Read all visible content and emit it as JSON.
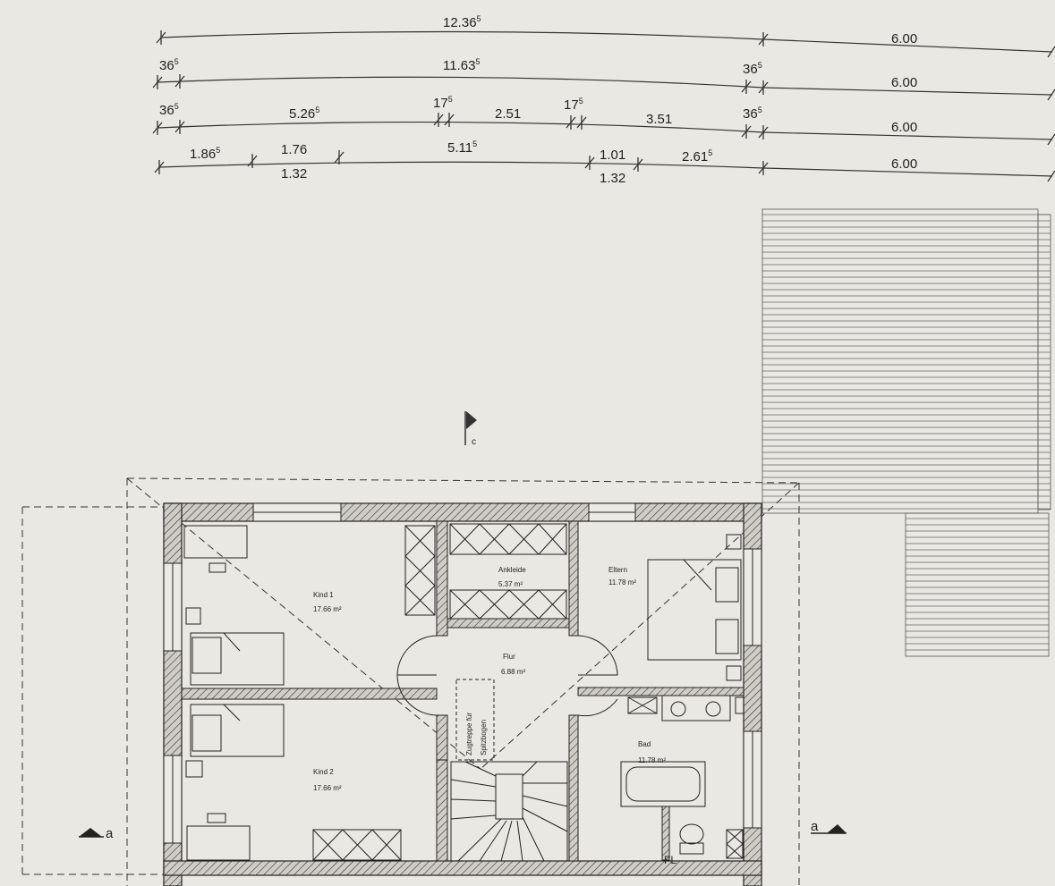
{
  "dimension_rows": [
    [
      {
        "value": "12.36",
        "sup": "5"
      },
      {
        "value": "6.00",
        "sup": ""
      }
    ],
    [
      {
        "value": "36",
        "sup": "5"
      },
      {
        "value": "11.63",
        "sup": "5"
      },
      {
        "value": "36",
        "sup": "5"
      },
      {
        "value": "6.00",
        "sup": ""
      }
    ],
    [
      {
        "value": "36",
        "sup": "5"
      },
      {
        "value": "5.26",
        "sup": "5"
      },
      {
        "value": "17",
        "sup": "5"
      },
      {
        "value": "2.51",
        "sup": ""
      },
      {
        "value": "17",
        "sup": "5"
      },
      {
        "value": "3.51",
        "sup": ""
      },
      {
        "value": "36",
        "sup": "5"
      },
      {
        "value": "6.00",
        "sup": ""
      }
    ],
    [
      {
        "value": "1.86",
        "sup": "5"
      },
      {
        "value": "1.76",
        "sup": ""
      },
      {
        "value": "1.32",
        "sup": ""
      },
      {
        "value": "5.11",
        "sup": "5"
      },
      {
        "value": "1.01",
        "sup": ""
      },
      {
        "value": "1.32",
        "sup": ""
      },
      {
        "value": "2.61",
        "sup": "5"
      },
      {
        "value": "6.00",
        "sup": ""
      }
    ]
  ],
  "rooms": [
    {
      "name": "Kind 1",
      "area": "17.66 m²"
    },
    {
      "name": "Kind 2",
      "area": "17.66 m²"
    },
    {
      "name": "Ankleide",
      "area": "5.37 m²"
    },
    {
      "name": "Flur",
      "area": "6.88 m²"
    },
    {
      "name": "Eltern",
      "area": "11.78 m²"
    },
    {
      "name": "Bad",
      "area": "11.78 m²"
    }
  ],
  "stair_note": [
    "Zugtreppe für",
    "Spitzbogen"
  ],
  "section_left": "a",
  "section_right": "a",
  "north_marker": "c",
  "bath_fixture": "FL"
}
